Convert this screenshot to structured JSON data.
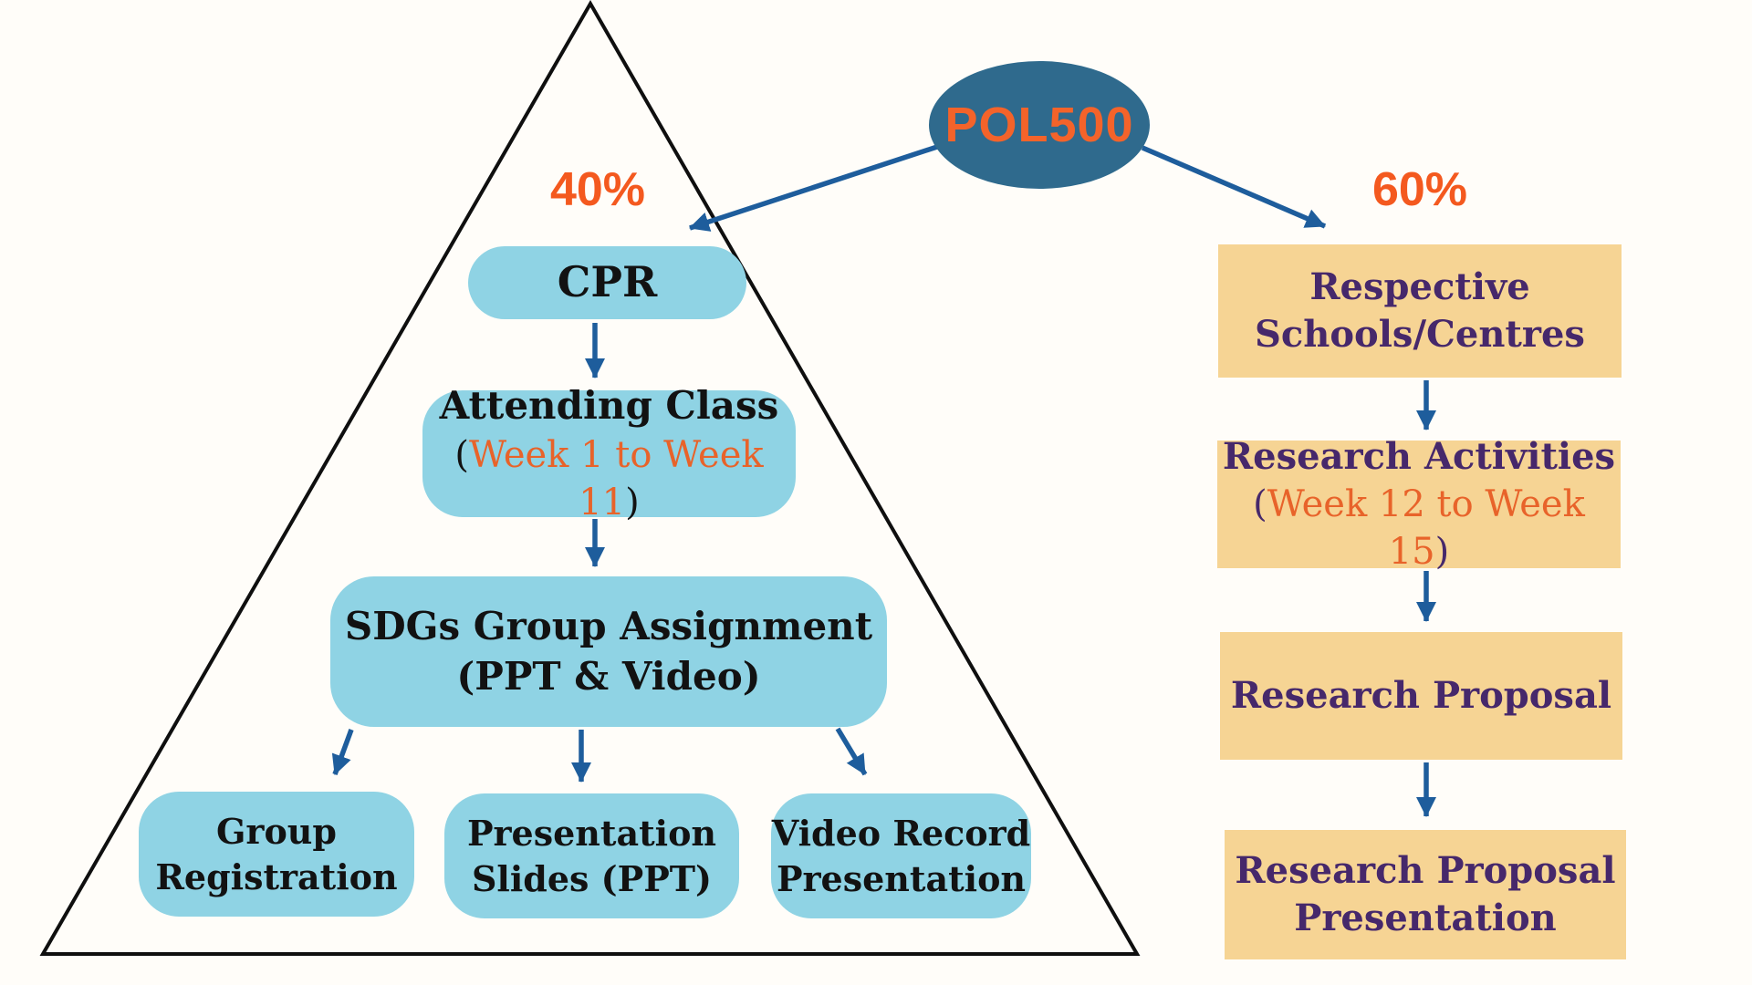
{
  "colors": {
    "background": "#fffdf9",
    "triangle_outline": "#0f0f0f",
    "course_ellipse_fill": "#2f6a8d",
    "arrow_blue": "#1e5d9c",
    "left_node_fill": "#8fd3e4",
    "right_node_fill": "#f6d494",
    "left_node_text": "#121212",
    "right_node_text": "#46286b",
    "accent_orange": "#f4591f",
    "week_orange": "#e8632a"
  },
  "course_node": {
    "label": "POL500"
  },
  "left_branch": {
    "weight": "40%",
    "cpr": {
      "label": "CPR"
    },
    "attending_class": {
      "title": "Attending Class",
      "paren_open": "(",
      "weeks": "Week 1 to Week 11",
      "paren_close": ")"
    },
    "sdgs_assignment": {
      "title": "SDGs Group Assignment",
      "subtitle": "(PPT & Video)"
    },
    "group_registration": {
      "line1": "Group",
      "line2": "Registration"
    },
    "presentation_slides": {
      "line1": "Presentation",
      "line2": "Slides (PPT)"
    },
    "video_record": {
      "line1": "Video Record",
      "line2": "Presentation"
    }
  },
  "right_branch": {
    "weight": "60%",
    "respective_schools": {
      "line1": "Respective",
      "line2": "Schools/Centres"
    },
    "research_activities": {
      "title": "Research Activities",
      "paren_open": "(",
      "weeks": "Week 12 to Week 15",
      "paren_close": ")"
    },
    "research_proposal": {
      "label": "Research Proposal"
    },
    "research_proposal_presentation": {
      "line1": "Research Proposal",
      "line2": "Presentation"
    }
  }
}
